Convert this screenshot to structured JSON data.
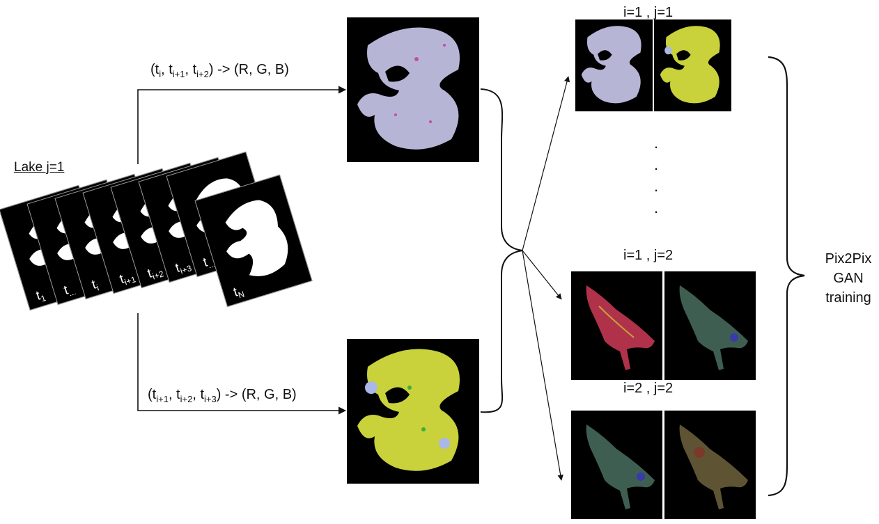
{
  "lake_label": "Lake j=1",
  "frames": [
    {
      "base": "t",
      "sub": "1"
    },
    {
      "base": "t",
      "sub": "..."
    },
    {
      "base": "t",
      "sub": "i"
    },
    {
      "base": "t",
      "sub": "i+1"
    },
    {
      "base": "t",
      "sub": "i+2"
    },
    {
      "base": "t",
      "sub": "i+3"
    },
    {
      "base": "t",
      "sub": "..."
    },
    {
      "base": "t",
      "sub": "N"
    }
  ],
  "mapping_top": {
    "open": "(t",
    "s1": "i",
    "m1": ", t",
    "s2": "i+1",
    "m2": ", t",
    "s3": "i+2",
    "close": ") -> (R, G, B)"
  },
  "mapping_bottom": {
    "open": "(t",
    "s1": "i+1",
    "m1": ", t",
    "s2": "i+2",
    "m2": ", t",
    "s3": "i+3",
    "close": ") -> (R, G, B)"
  },
  "pairs": [
    {
      "label": "i=1 , j=1"
    },
    {
      "label": "i=1 , j=2"
    },
    {
      "label": "i=2 , j=2"
    }
  ],
  "dots": [
    "·",
    "·",
    "·",
    "·"
  ],
  "training": [
    "Pix2Pix",
    "GAN",
    "training"
  ],
  "colors": {
    "top_composite": "#b7b5d6",
    "bottom_composite": "#c9d23a",
    "mask": "#ffffff",
    "background": "#000000"
  }
}
